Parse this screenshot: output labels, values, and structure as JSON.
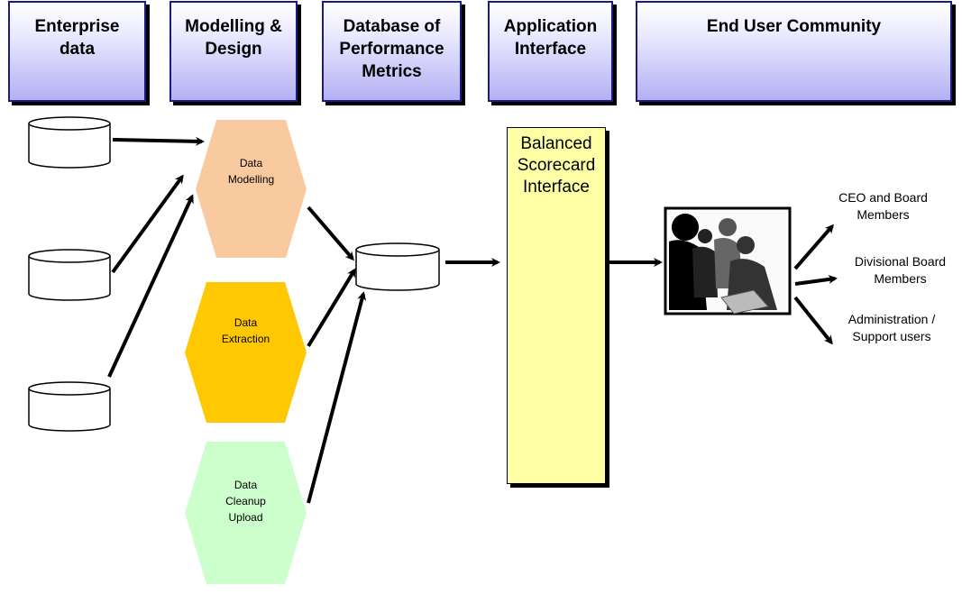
{
  "headers": [
    {
      "line1": "Enterprise",
      "line2": "data",
      "line3": ""
    },
    {
      "line1": "Modelling &",
      "line2": "Design",
      "line3": ""
    },
    {
      "line1": "Database of",
      "line2": "Performance",
      "line3": "Metrics"
    },
    {
      "line1": "Application",
      "line2": "Interface",
      "line3": ""
    },
    {
      "line1": "End User Community",
      "line2": "",
      "line3": ""
    }
  ],
  "processes": [
    {
      "lines": [
        "Data",
        "Modelling"
      ],
      "color": "#f9c9a0"
    },
    {
      "lines": [
        "Data",
        "Extraction"
      ],
      "color": "#ffc800"
    },
    {
      "lines": [
        "Data",
        "Cleanup",
        "Upload"
      ],
      "color": "#ccffcc"
    }
  ],
  "interface": {
    "line1": "Balanced",
    "line2": "Scorecard",
    "line3": "Interface",
    "color": "#ffffa6"
  },
  "users": [
    {
      "line1": "CEO and Board",
      "line2": "Members"
    },
    {
      "line1": "Divisional Board",
      "line2": "Members"
    },
    {
      "line1": "Administration /",
      "line2": "Support users"
    }
  ],
  "colors": {
    "header_border": "#1b1b80",
    "header_fill": "#b3b0f2"
  }
}
